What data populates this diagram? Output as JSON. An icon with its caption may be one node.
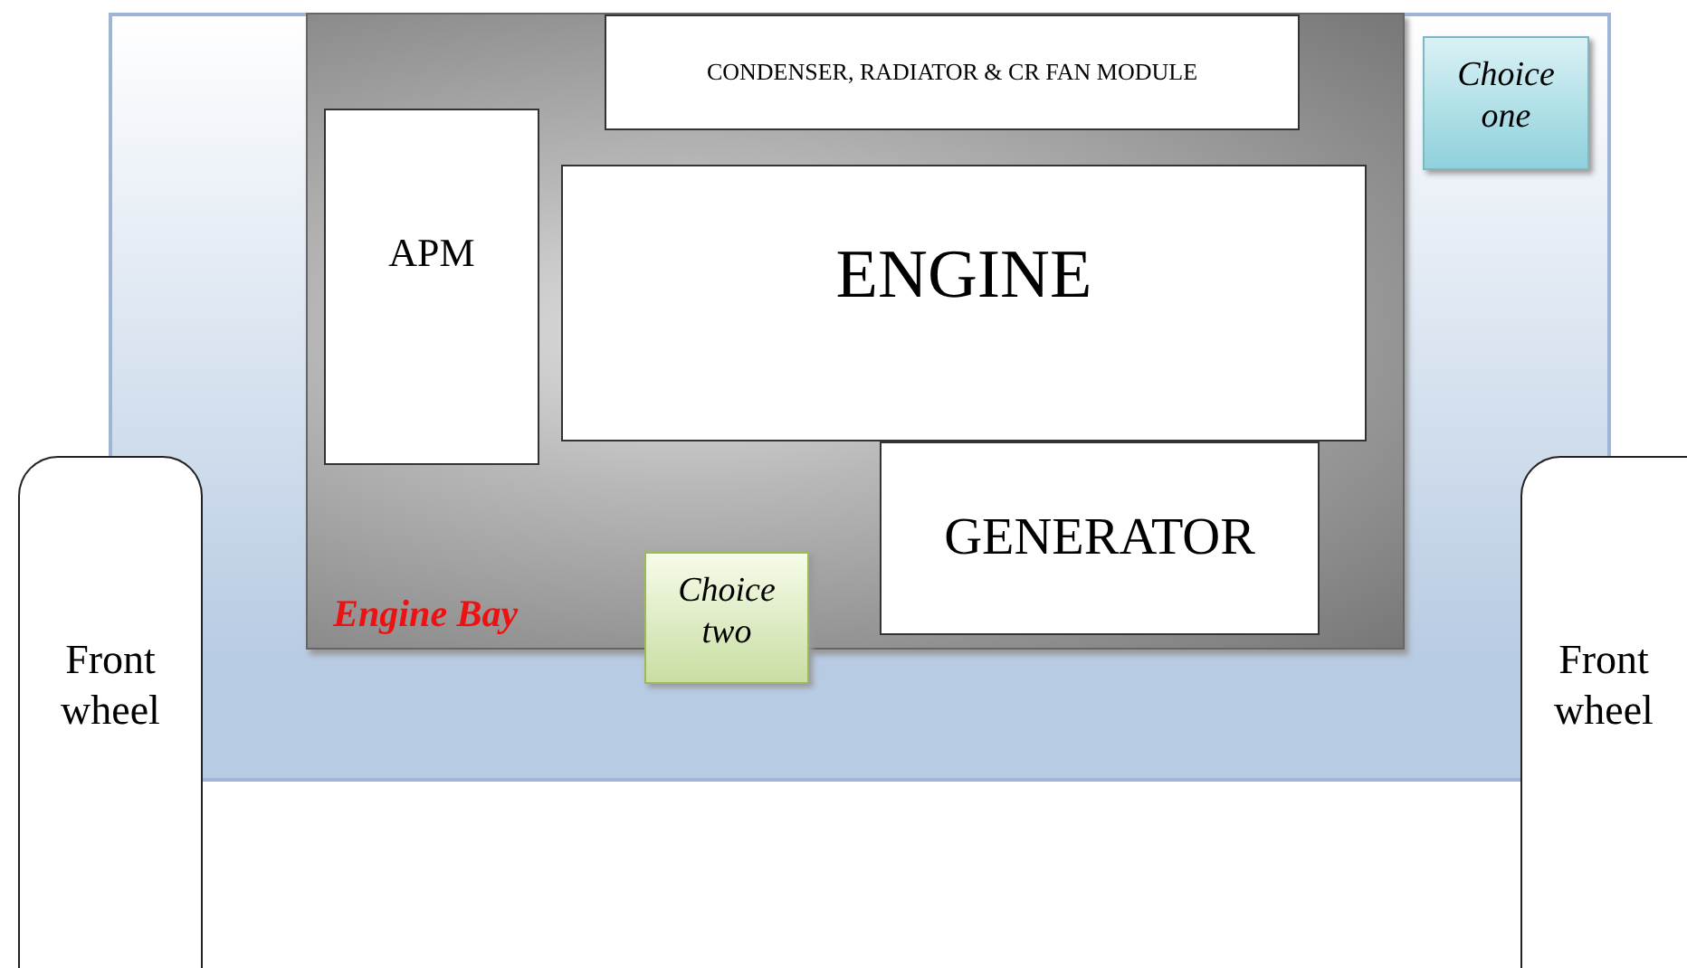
{
  "diagram": {
    "nodes": [
      {
        "text": [],
        "shape": "box"
      },
      {
        "text": [
          "Engine Bay"
        ],
        "in": 0
      },
      {
        "text": [
          "CONDENSER, RADIATOR & CR FAN MODULE"
        ],
        "in": 1
      },
      {
        "text": [
          "APM"
        ],
        "in": 1
      },
      {
        "text": [
          "ENGINE"
        ],
        "in": 1
      },
      {
        "text": [
          "GENERATOR"
        ],
        "in": 1
      },
      {
        "text": [
          "Choice one"
        ],
        "in": 0
      },
      {
        "text": [
          "Choice two"
        ],
        "in": 0
      },
      {
        "text": [
          "Front wheel"
        ]
      },
      {
        "text": [
          "Front wheel"
        ]
      }
    ]
  }
}
